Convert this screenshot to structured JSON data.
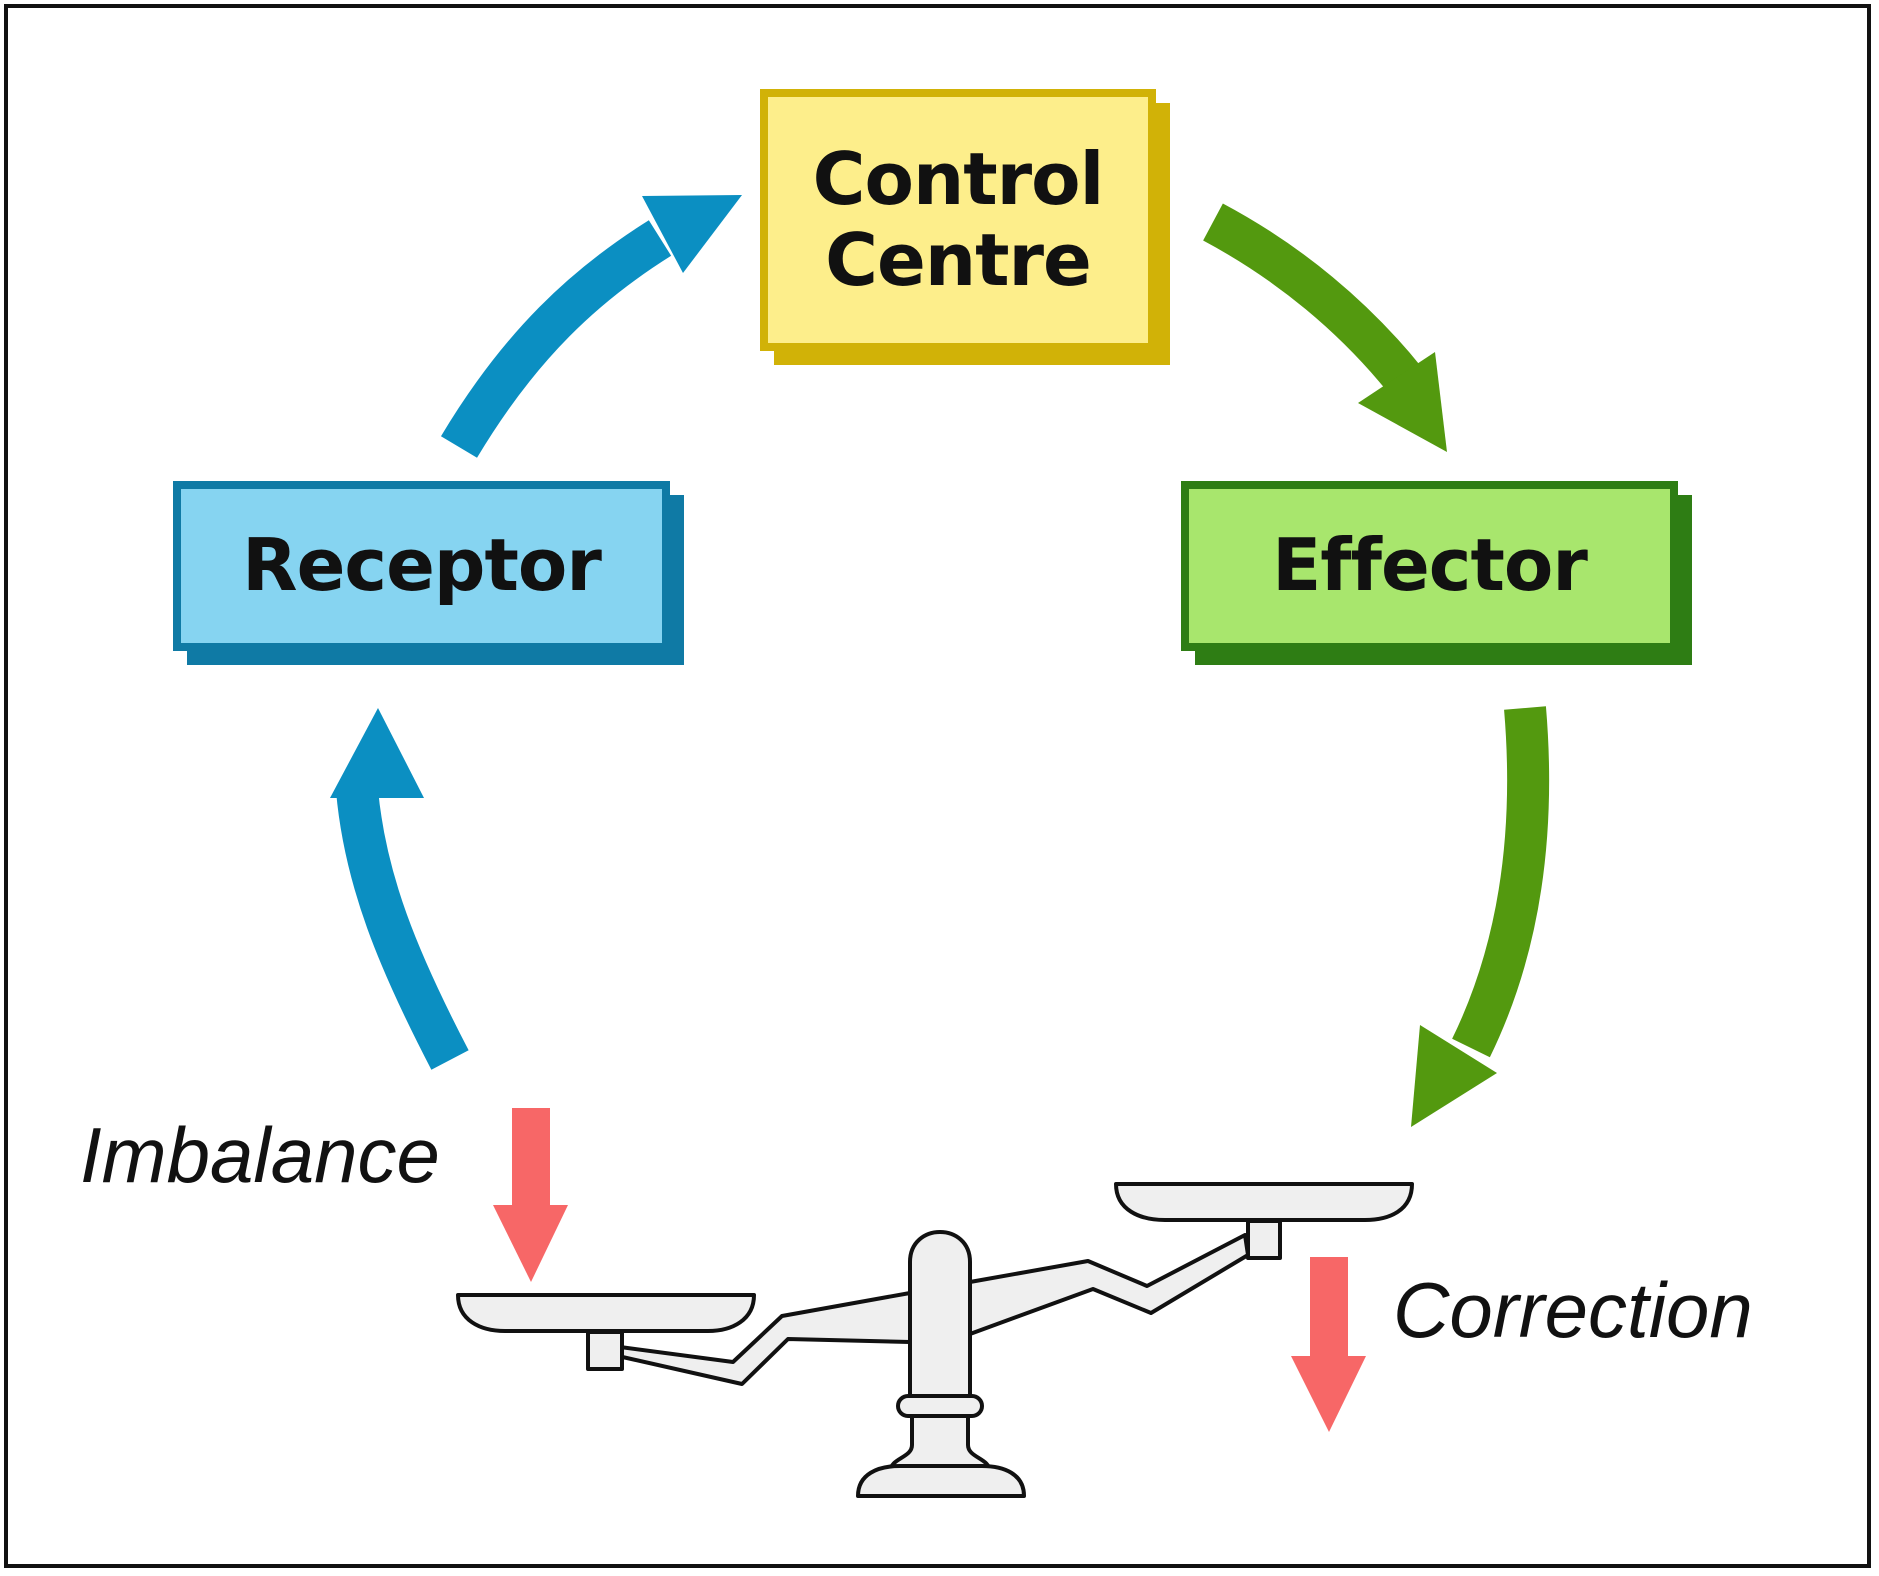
{
  "diagram": {
    "nodes": {
      "control_centre": {
        "line1": "Control",
        "line2": "Centre"
      },
      "receptor": {
        "label": "Receptor"
      },
      "effector": {
        "label": "Effector"
      }
    },
    "labels": {
      "imbalance": "Imbalance",
      "correction": "Correction"
    },
    "colors": {
      "control_fill": "#fdee8b",
      "control_border": "#d1b207",
      "receptor_fill": "#86d4f1",
      "receptor_border": "#0f7aa5",
      "effector_fill": "#a8e66d",
      "effector_border": "#2e7d14",
      "blue_arrow": "#0b8fc2",
      "green_arrow": "#53990f",
      "red_arrow": "#f76767"
    },
    "icons": [
      "balance-scale-icon"
    ]
  }
}
